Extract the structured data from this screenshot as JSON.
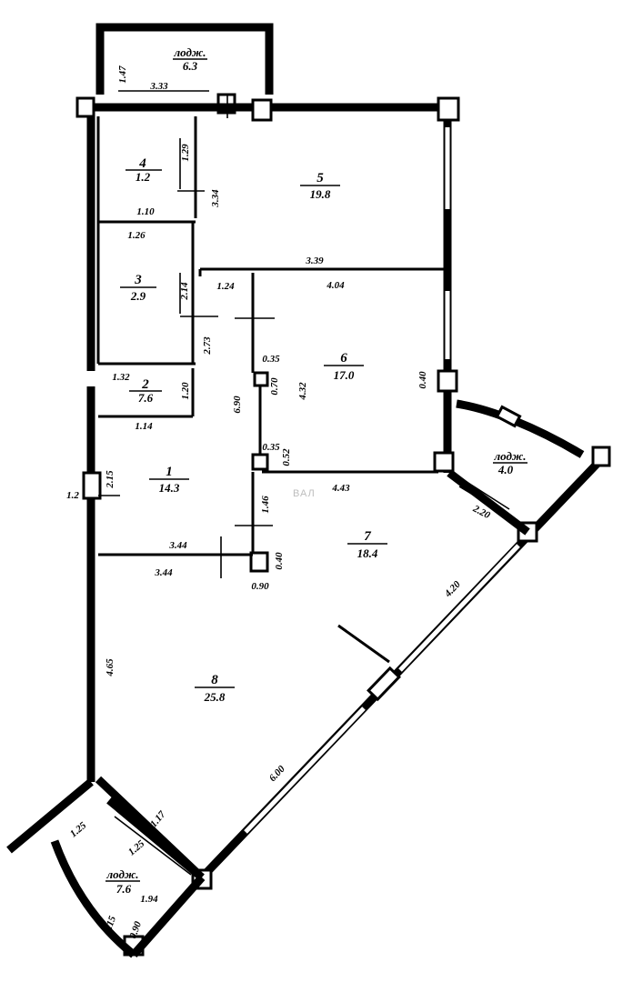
{
  "rooms": [
    {
      "id": "r1",
      "number": "1",
      "area": "14.3"
    },
    {
      "id": "r2",
      "number": "2",
      "area": "7.6"
    },
    {
      "id": "r3",
      "number": "3",
      "area": "2.9"
    },
    {
      "id": "r4",
      "number": "4",
      "area": "1.2"
    },
    {
      "id": "r5",
      "number": "5",
      "area": "19.8"
    },
    {
      "id": "r6",
      "number": "6",
      "area": "17.0"
    },
    {
      "id": "r7",
      "number": "7",
      "area": "18.4"
    },
    {
      "id": "r8",
      "number": "8",
      "area": "25.8"
    }
  ],
  "loggias": [
    {
      "id": "top",
      "label": "лодж.",
      "area": "6.3"
    },
    {
      "id": "right",
      "label": "лодж.",
      "area": "4.0"
    },
    {
      "id": "bottom",
      "label": "лодж.",
      "area": "7.6"
    }
  ],
  "dims": {
    "top_loggia_side": "1.47",
    "top_loggia_width": "3.33",
    "room4_width": "1.10",
    "room4_depth": "1.29",
    "room3_width": "1.26",
    "room3_depth": "2.14",
    "room5_depth": "3.34",
    "room5_bottom": "3.39",
    "room6_top": "4.04",
    "room6_left_top": "1.24",
    "room2_width": "1.32",
    "room2_depth": "1.20",
    "room2_top": "2.73",
    "room6_left": "0.35",
    "room6_height": "4.32",
    "room6_col": "0.70",
    "room6_right": "0.40",
    "corridor_height": "6.90",
    "room6_bottom_col": "0.35",
    "room6_bottom_col2": "0.52",
    "room6_bottom": "4.43",
    "room1_top": "1.14",
    "room1_left": "2.15",
    "room1_left_out": "1.2",
    "room1_col": "1.46",
    "room1_bottom": "3.44",
    "room8_top": "3.44",
    "col_small_1": "0.40",
    "col_small_2": "0.90",
    "room8_left": "4.65",
    "diag_upper": "4.20",
    "diag_lower": "6.00",
    "right_loggia_w": "2.20",
    "bottom_loggia_side": "1.25",
    "bottom_loggia_1": "1.17",
    "bottom_loggia_2": "1.25",
    "bottom_loggia_3": "1.94",
    "bottom_loggia_4": "0.15",
    "bottom_loggia_5": "0.90"
  },
  "watermark": "ВАЛ"
}
